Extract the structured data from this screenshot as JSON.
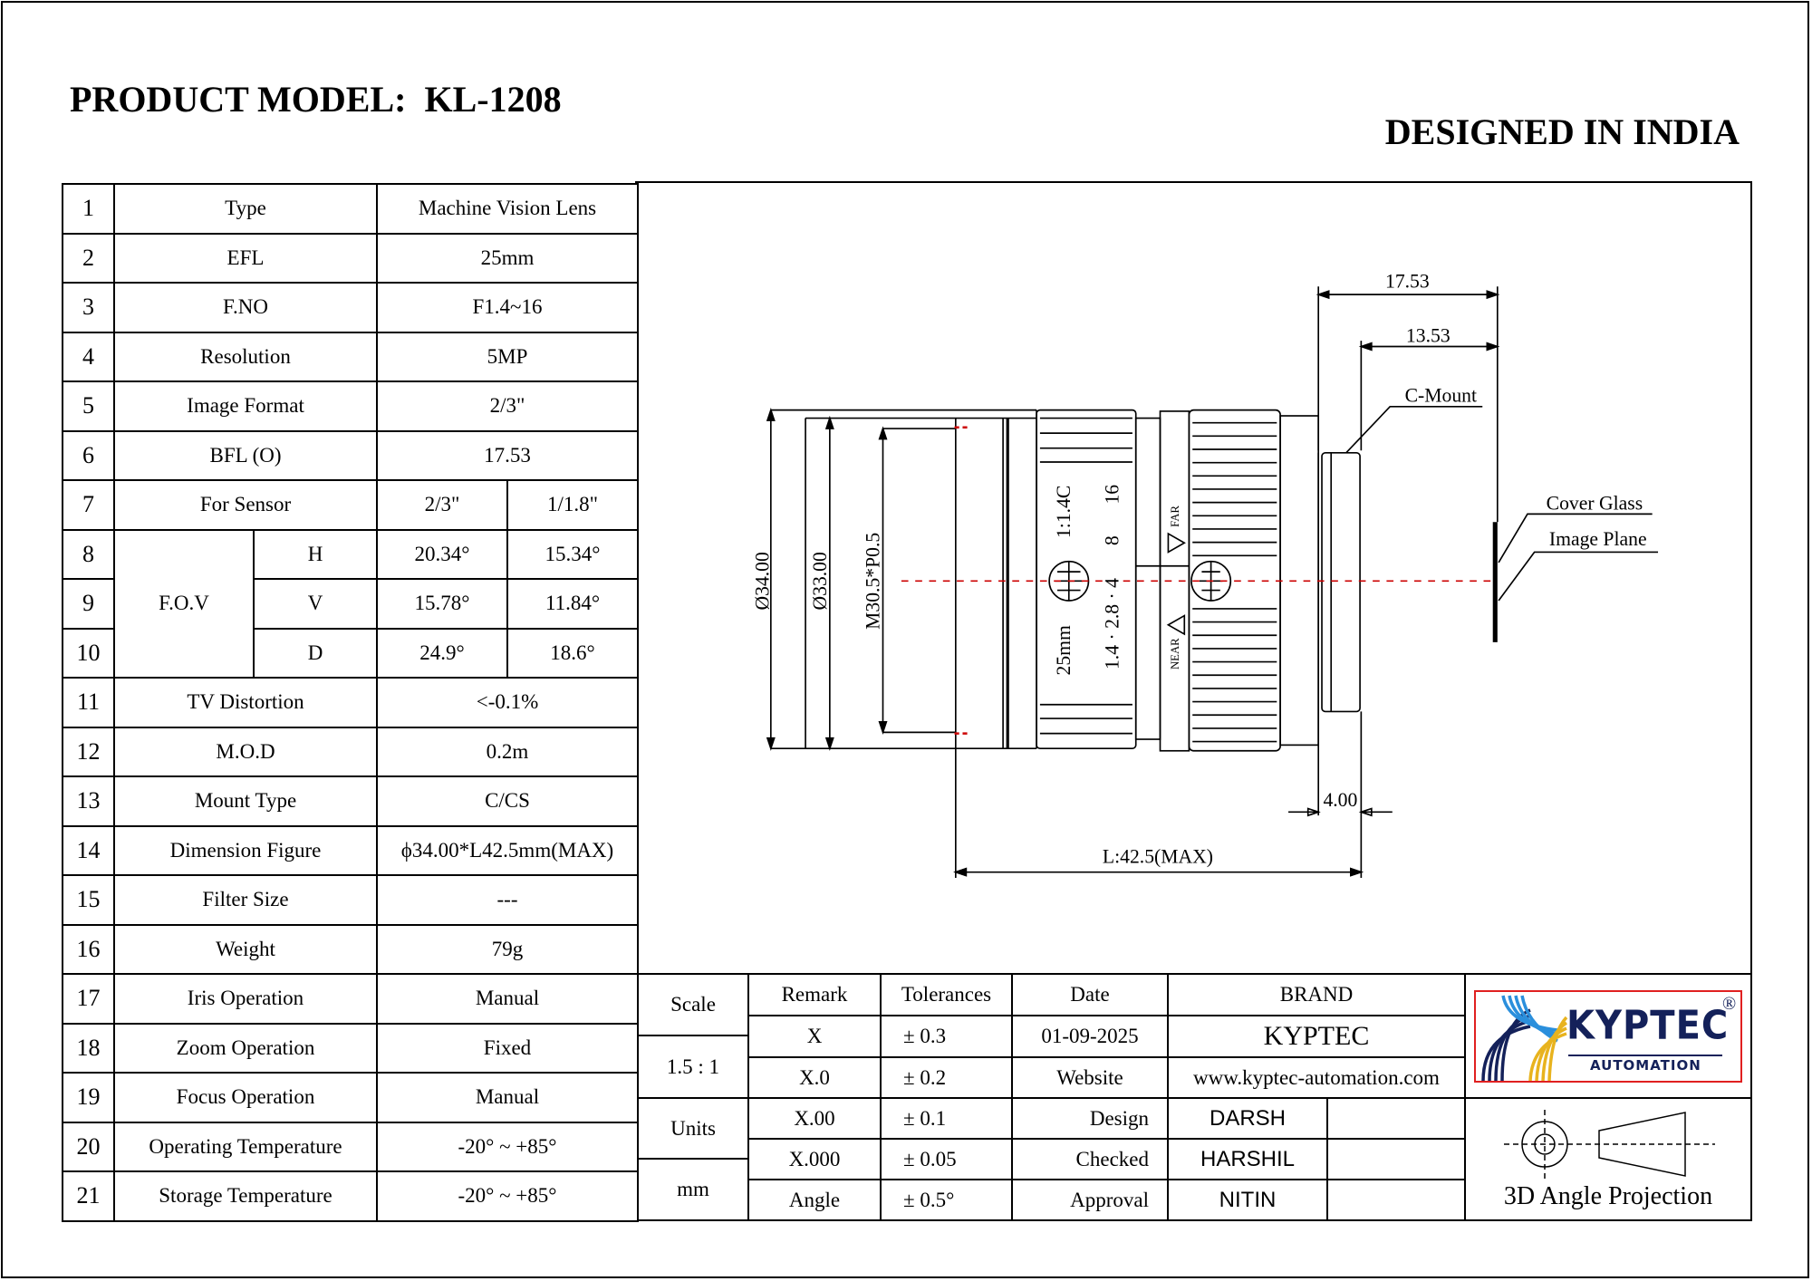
{
  "header": {
    "title": "PRODUCT MODEL:  KL-1208",
    "designed": "DESIGNED IN INDIA"
  },
  "spec_table": {
    "rows": [
      {
        "n": "1",
        "label": "Type",
        "value": "Machine Vision Lens"
      },
      {
        "n": "2",
        "label": "EFL",
        "value": "25mm"
      },
      {
        "n": "3",
        "label": "F.NO",
        "value": "F1.4~16"
      },
      {
        "n": "4",
        "label": "Resolution",
        "value": "5MP"
      },
      {
        "n": "5",
        "label": "Image Format",
        "value": "2/3\""
      },
      {
        "n": "6",
        "label": "BFL (O)",
        "value": "17.53"
      },
      {
        "n": "7",
        "label": "For Sensor",
        "v1": "2/3\"",
        "v2": "1/1.8\""
      },
      {
        "n": "8",
        "group": "F.O.V",
        "sub": "H",
        "v1": "20.34°",
        "v2": "15.34°"
      },
      {
        "n": "9",
        "sub": "V",
        "v1": "15.78°",
        "v2": "11.84°"
      },
      {
        "n": "10",
        "sub": "D",
        "v1": "24.9°",
        "v2": "18.6°"
      },
      {
        "n": "11",
        "label": "TV Distortion",
        "value": "<-0.1%"
      },
      {
        "n": "12",
        "label": "M.O.D",
        "value": "0.2m"
      },
      {
        "n": "13",
        "label": "Mount Type",
        "value": "C/CS"
      },
      {
        "n": "14",
        "label": "Dimension Figure",
        "value": "ϕ34.00*L42.5mm(MAX)"
      },
      {
        "n": "15",
        "label": "Filter Size",
        "value": "---"
      },
      {
        "n": "16",
        "label": "Weight",
        "value": "79g"
      },
      {
        "n": "17",
        "label": "Iris Operation",
        "value": "Manual"
      },
      {
        "n": "18",
        "label": "Zoom Operation",
        "value": "Fixed"
      },
      {
        "n": "19",
        "label": "Focus Operation",
        "value": "Manual"
      },
      {
        "n": "20",
        "label": "Operating Temperature",
        "value": "-20° ~ +85°"
      },
      {
        "n": "21",
        "label": "Storage Temperature",
        "value": "-20° ~ +85°"
      }
    ]
  },
  "drawing": {
    "dim_bfl": "17.53",
    "dim_flange": "13.53",
    "c_mount": "C-Mount",
    "cover_glass": "Cover Glass",
    "image_plane": "Image Plane",
    "dia_outer": "Ø34.00",
    "dia_inner": "Ø33.00",
    "thread": "M30.5*P0.5",
    "dim_mount": "4.00",
    "length": "L:42.5(MAX)",
    "lens_ratio": "1:1.4C",
    "lens_focal": "25mm",
    "fstops_a": "16",
    "fstops_b": "8",
    "fstops_c": "1.4 · 2.8 · 4",
    "far": "FAR",
    "near": "NEAR",
    "centerline_color": "#cc0000"
  },
  "title_block": {
    "scale_label": "Scale",
    "scale_value": "1.5 : 1",
    "units_label": "Units",
    "units_value": "mm",
    "remark_header": "Remark",
    "tolerance_header": "Tolerances",
    "date_header": "Date",
    "brand_header": "BRAND",
    "tolerances": [
      {
        "remark": "X",
        "tol": "± 0.3"
      },
      {
        "remark": "X.0",
        "tol": "± 0.2"
      },
      {
        "remark": "X.00",
        "tol": "± 0.1"
      },
      {
        "remark": "X.000",
        "tol": "± 0.05"
      },
      {
        "remark": "Angle",
        "tol": "± 0.5°"
      }
    ],
    "date": "01-09-2025",
    "brand": "KYPTEC",
    "website_label": "Website",
    "website": "www.kyptec-automation.com",
    "design_label": "Design",
    "design": "DARSH",
    "checked_label": "Checked",
    "checked": "HARSHIL",
    "approval_label": "Approval",
    "approval": "NITIN",
    "projection": "3D Angle Projection",
    "logo": {
      "name": "KYPTEC",
      "sub": "AUTOMATION",
      "mark": "®",
      "navy": "#14215a",
      "blue": "#2b8fdc",
      "yellow": "#e8b31e",
      "border": "#e02020"
    }
  }
}
